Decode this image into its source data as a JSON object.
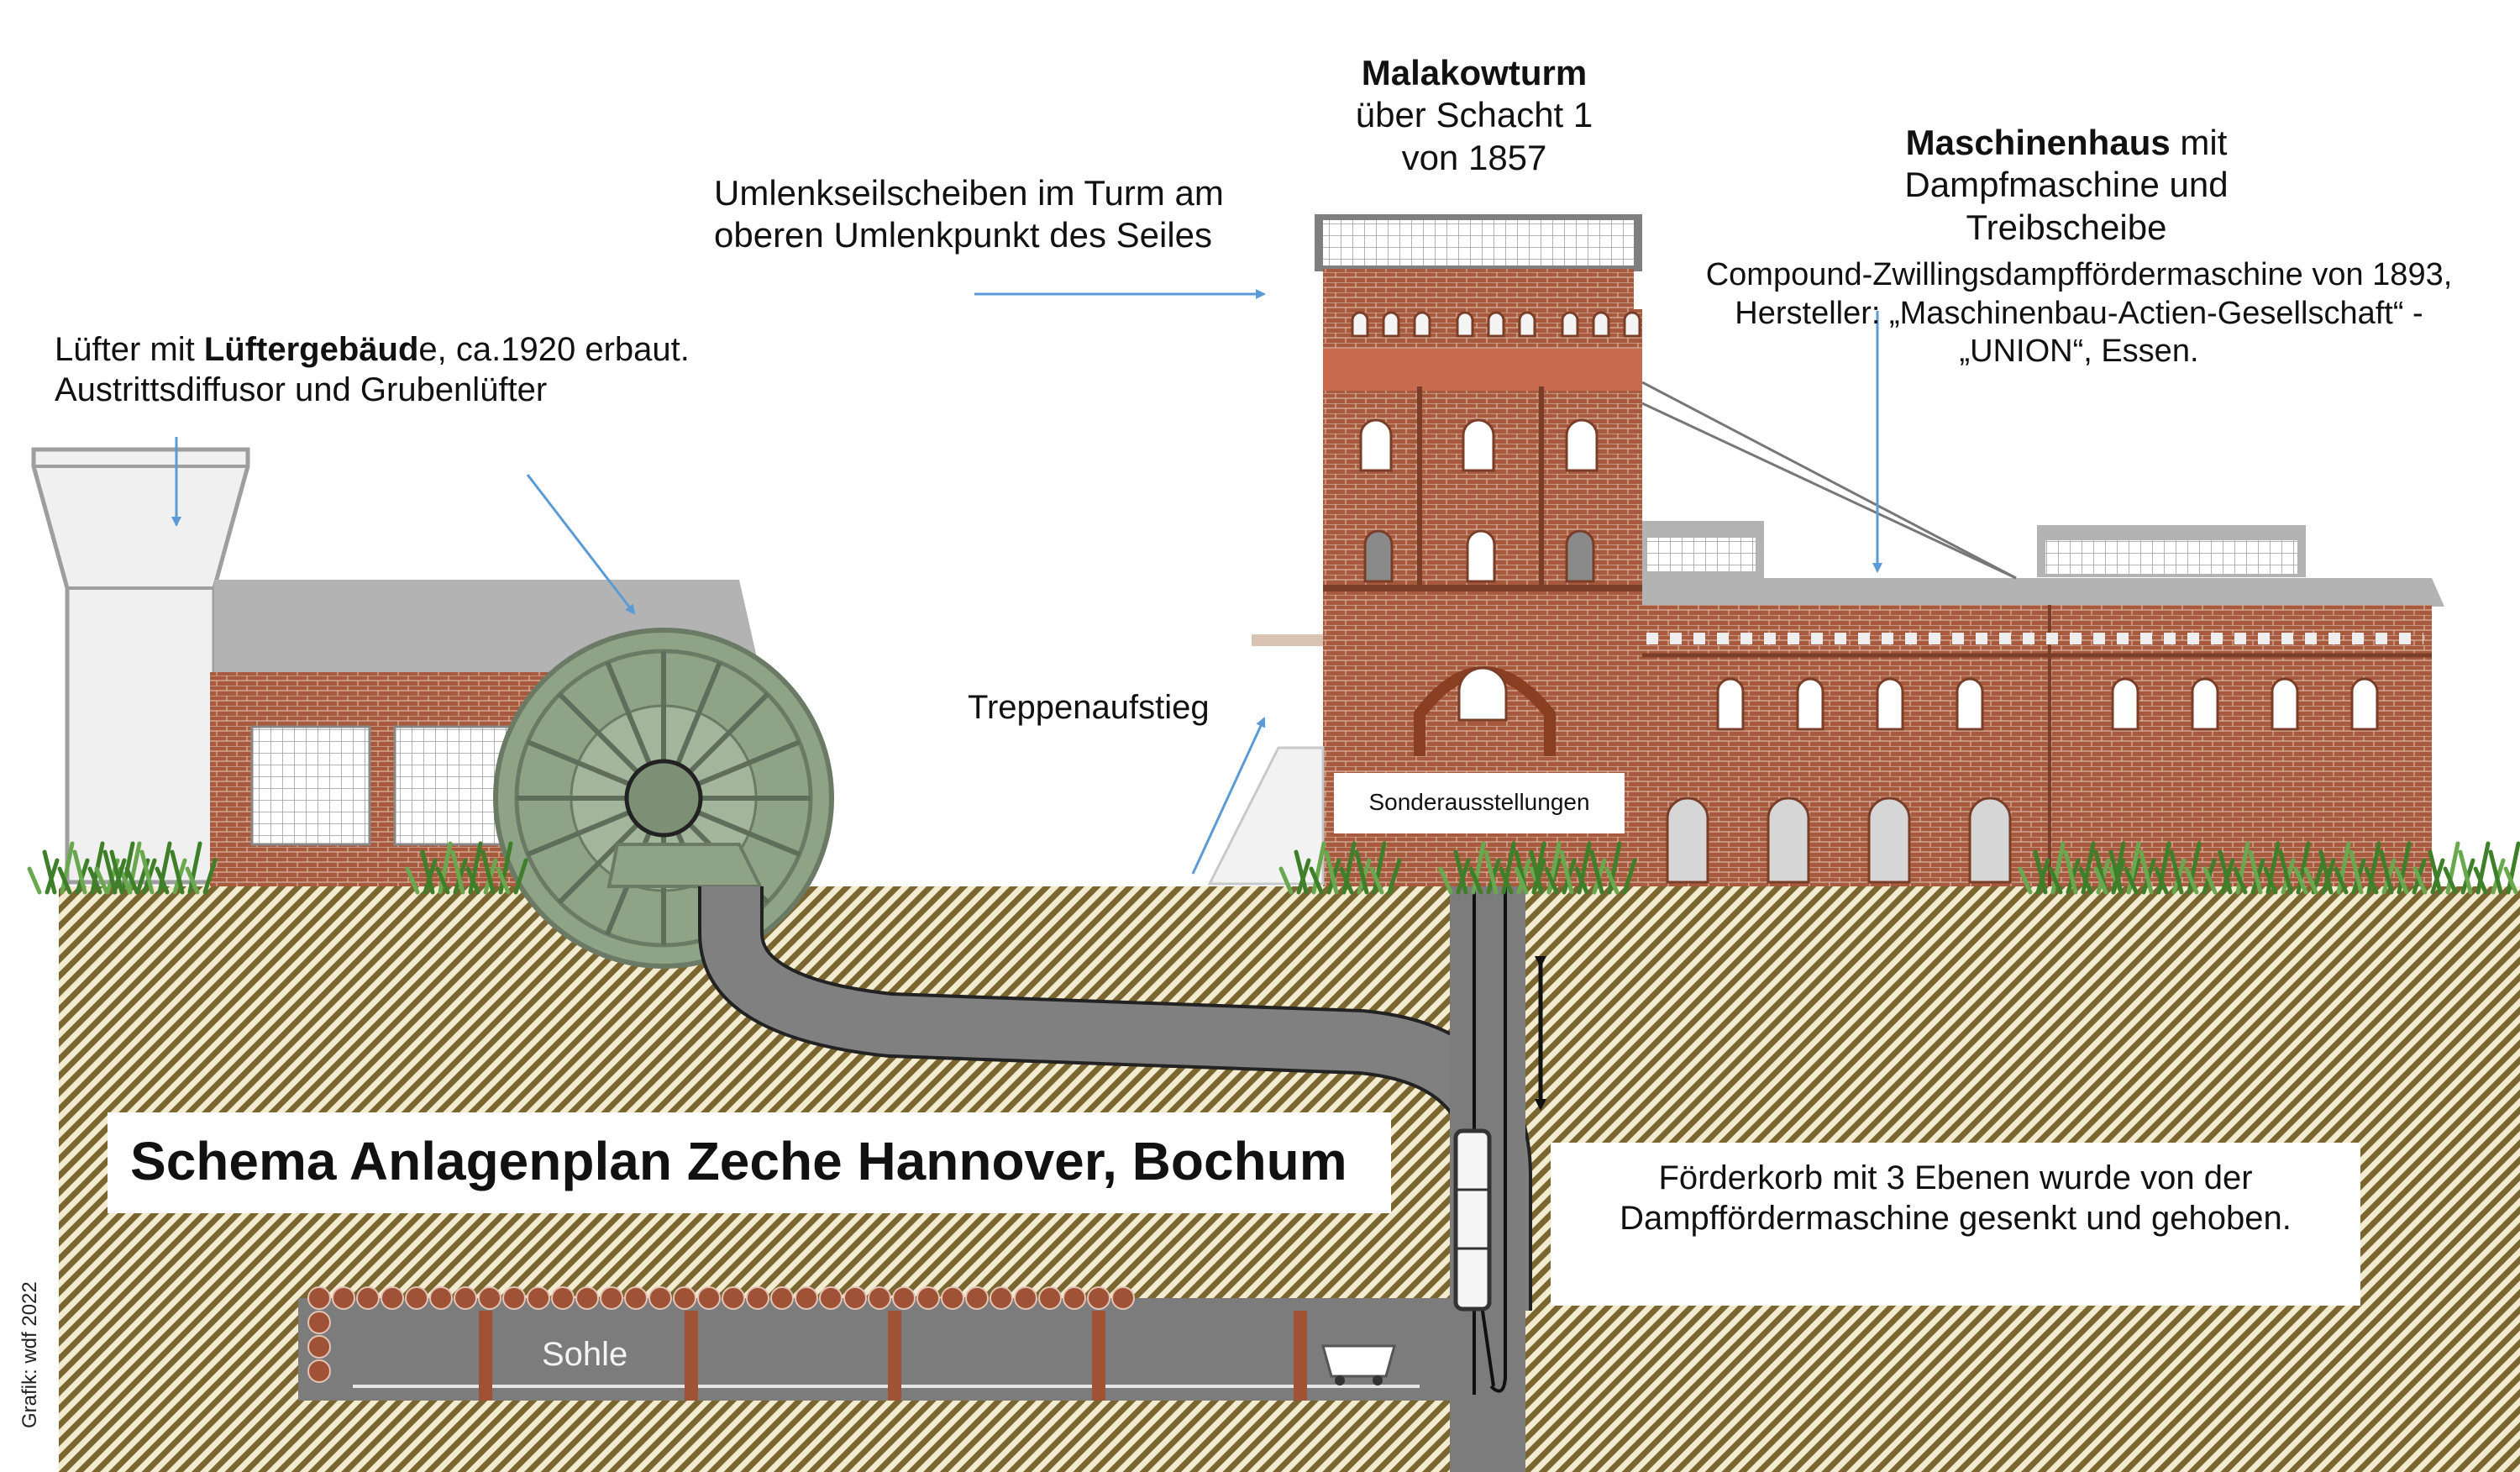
{
  "title": "Schema Anlagenplan Zeche Hannover, Bochum",
  "credit": "Grafik: wdf 2022",
  "malakow": {
    "title": "Malakowturm",
    "line1": "über Schacht 1",
    "line2": "von 1857"
  },
  "umlenk": {
    "line1": "Umlenkseilscheiben im Turm am",
    "line2": "oberen Umlenkpunkt des Seiles"
  },
  "maschinenhaus": {
    "title": "Maschinenhaus",
    "title_suffix": " mit",
    "line2": "Dampfmaschine und Treibscheibe"
  },
  "compound": {
    "line1": "Compound-Zwillingsdampffördermaschine von 1893,",
    "line2": "Hersteller: „Maschinenbau-Actien-Gesellschaft“  -",
    "line3": "„UNION“, Essen."
  },
  "luefter": {
    "prefix": "Lüfter mit ",
    "bold": "Lüftergebäud",
    "suffix": "e, ca.1920 erbaut.",
    "line2": "Austrittsdiffusor und Grubenlüfter"
  },
  "treppe": "Treppenaufstieg",
  "sonder": "Sonderausstellungen",
  "foerderkorb": {
    "line1": "Förderkorb mit 3 Ebenen wurde von der",
    "line2": "Dampffördermaschine gesenkt und gehoben."
  },
  "sohle": "Sohle",
  "colors": {
    "brick": "#a85a3e",
    "ground_dark": "#6b5a2a",
    "ground_light": "#f2ebcf",
    "tunnel": "#7c7c7c",
    "arrow": "#5b9bd5",
    "fan": "#8fa486",
    "roof": "#b3b3b3"
  }
}
